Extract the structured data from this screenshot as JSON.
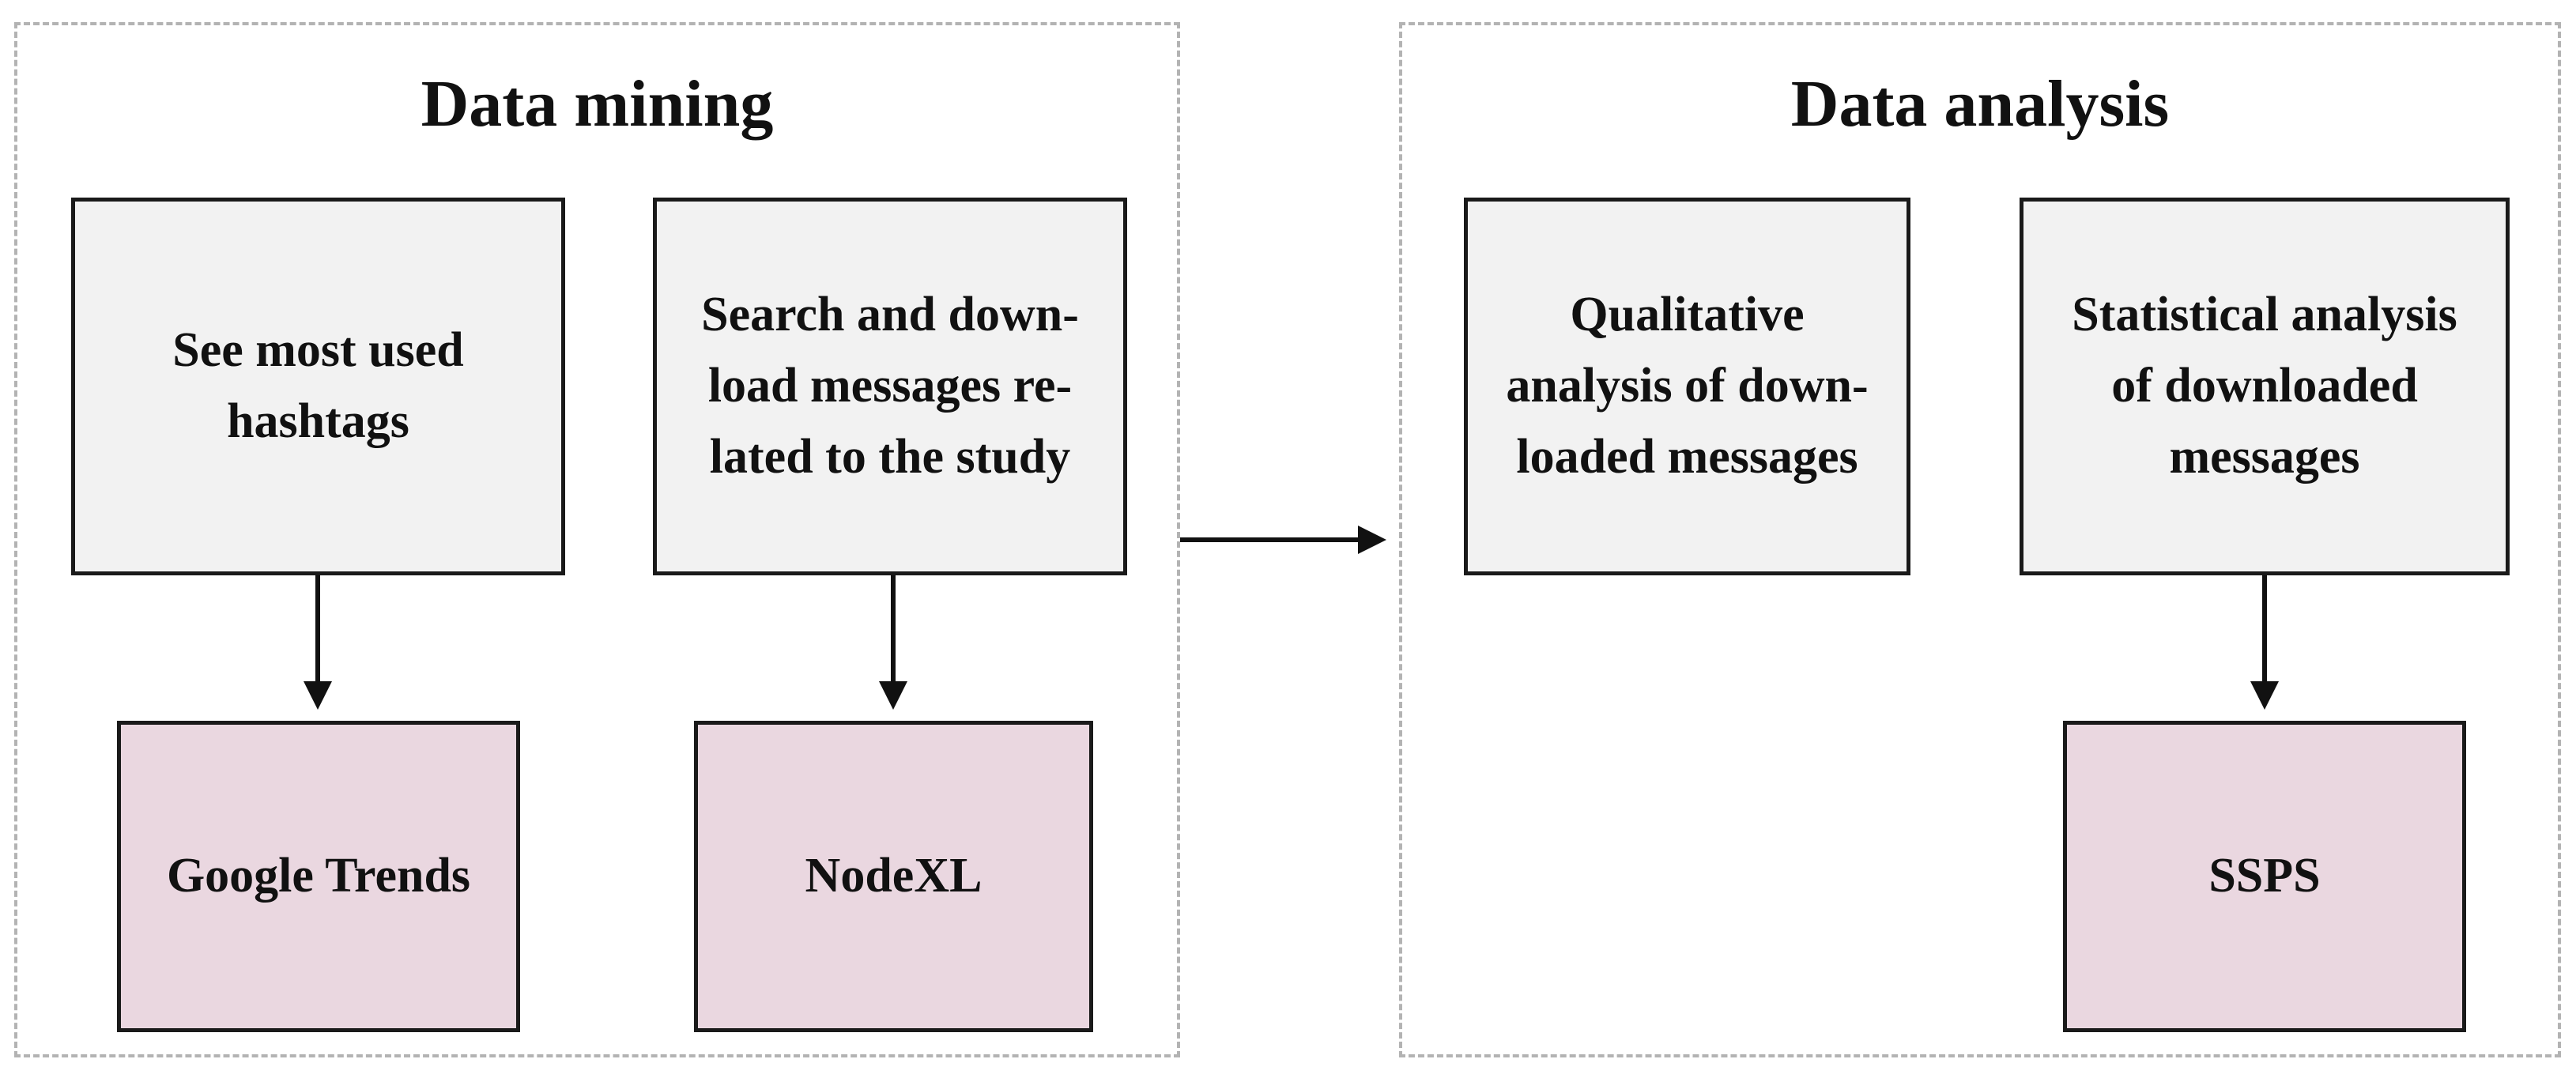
{
  "data_mining": {
    "title": "Data mining",
    "task_hashtags": "See most used\nhashtags",
    "task_download": "Search and down-\nload messages re-\nlated to the study",
    "tool_trends": "Google Trends",
    "tool_nodexl": "NodeXL"
  },
  "data_analysis": {
    "title": "Data analysis",
    "task_qualitative": "Qualitative\nanalysis of down-\nloaded messages",
    "task_statistical": "Statistical analysis\nof downloaded\nmessages",
    "tool_spss": "SSPS"
  },
  "colors": {
    "task_fill": "#f2f2f2",
    "tool_fill": "#ead7e0",
    "panel_border": "#b3b3b3",
    "stroke": "#1a1a1a"
  }
}
